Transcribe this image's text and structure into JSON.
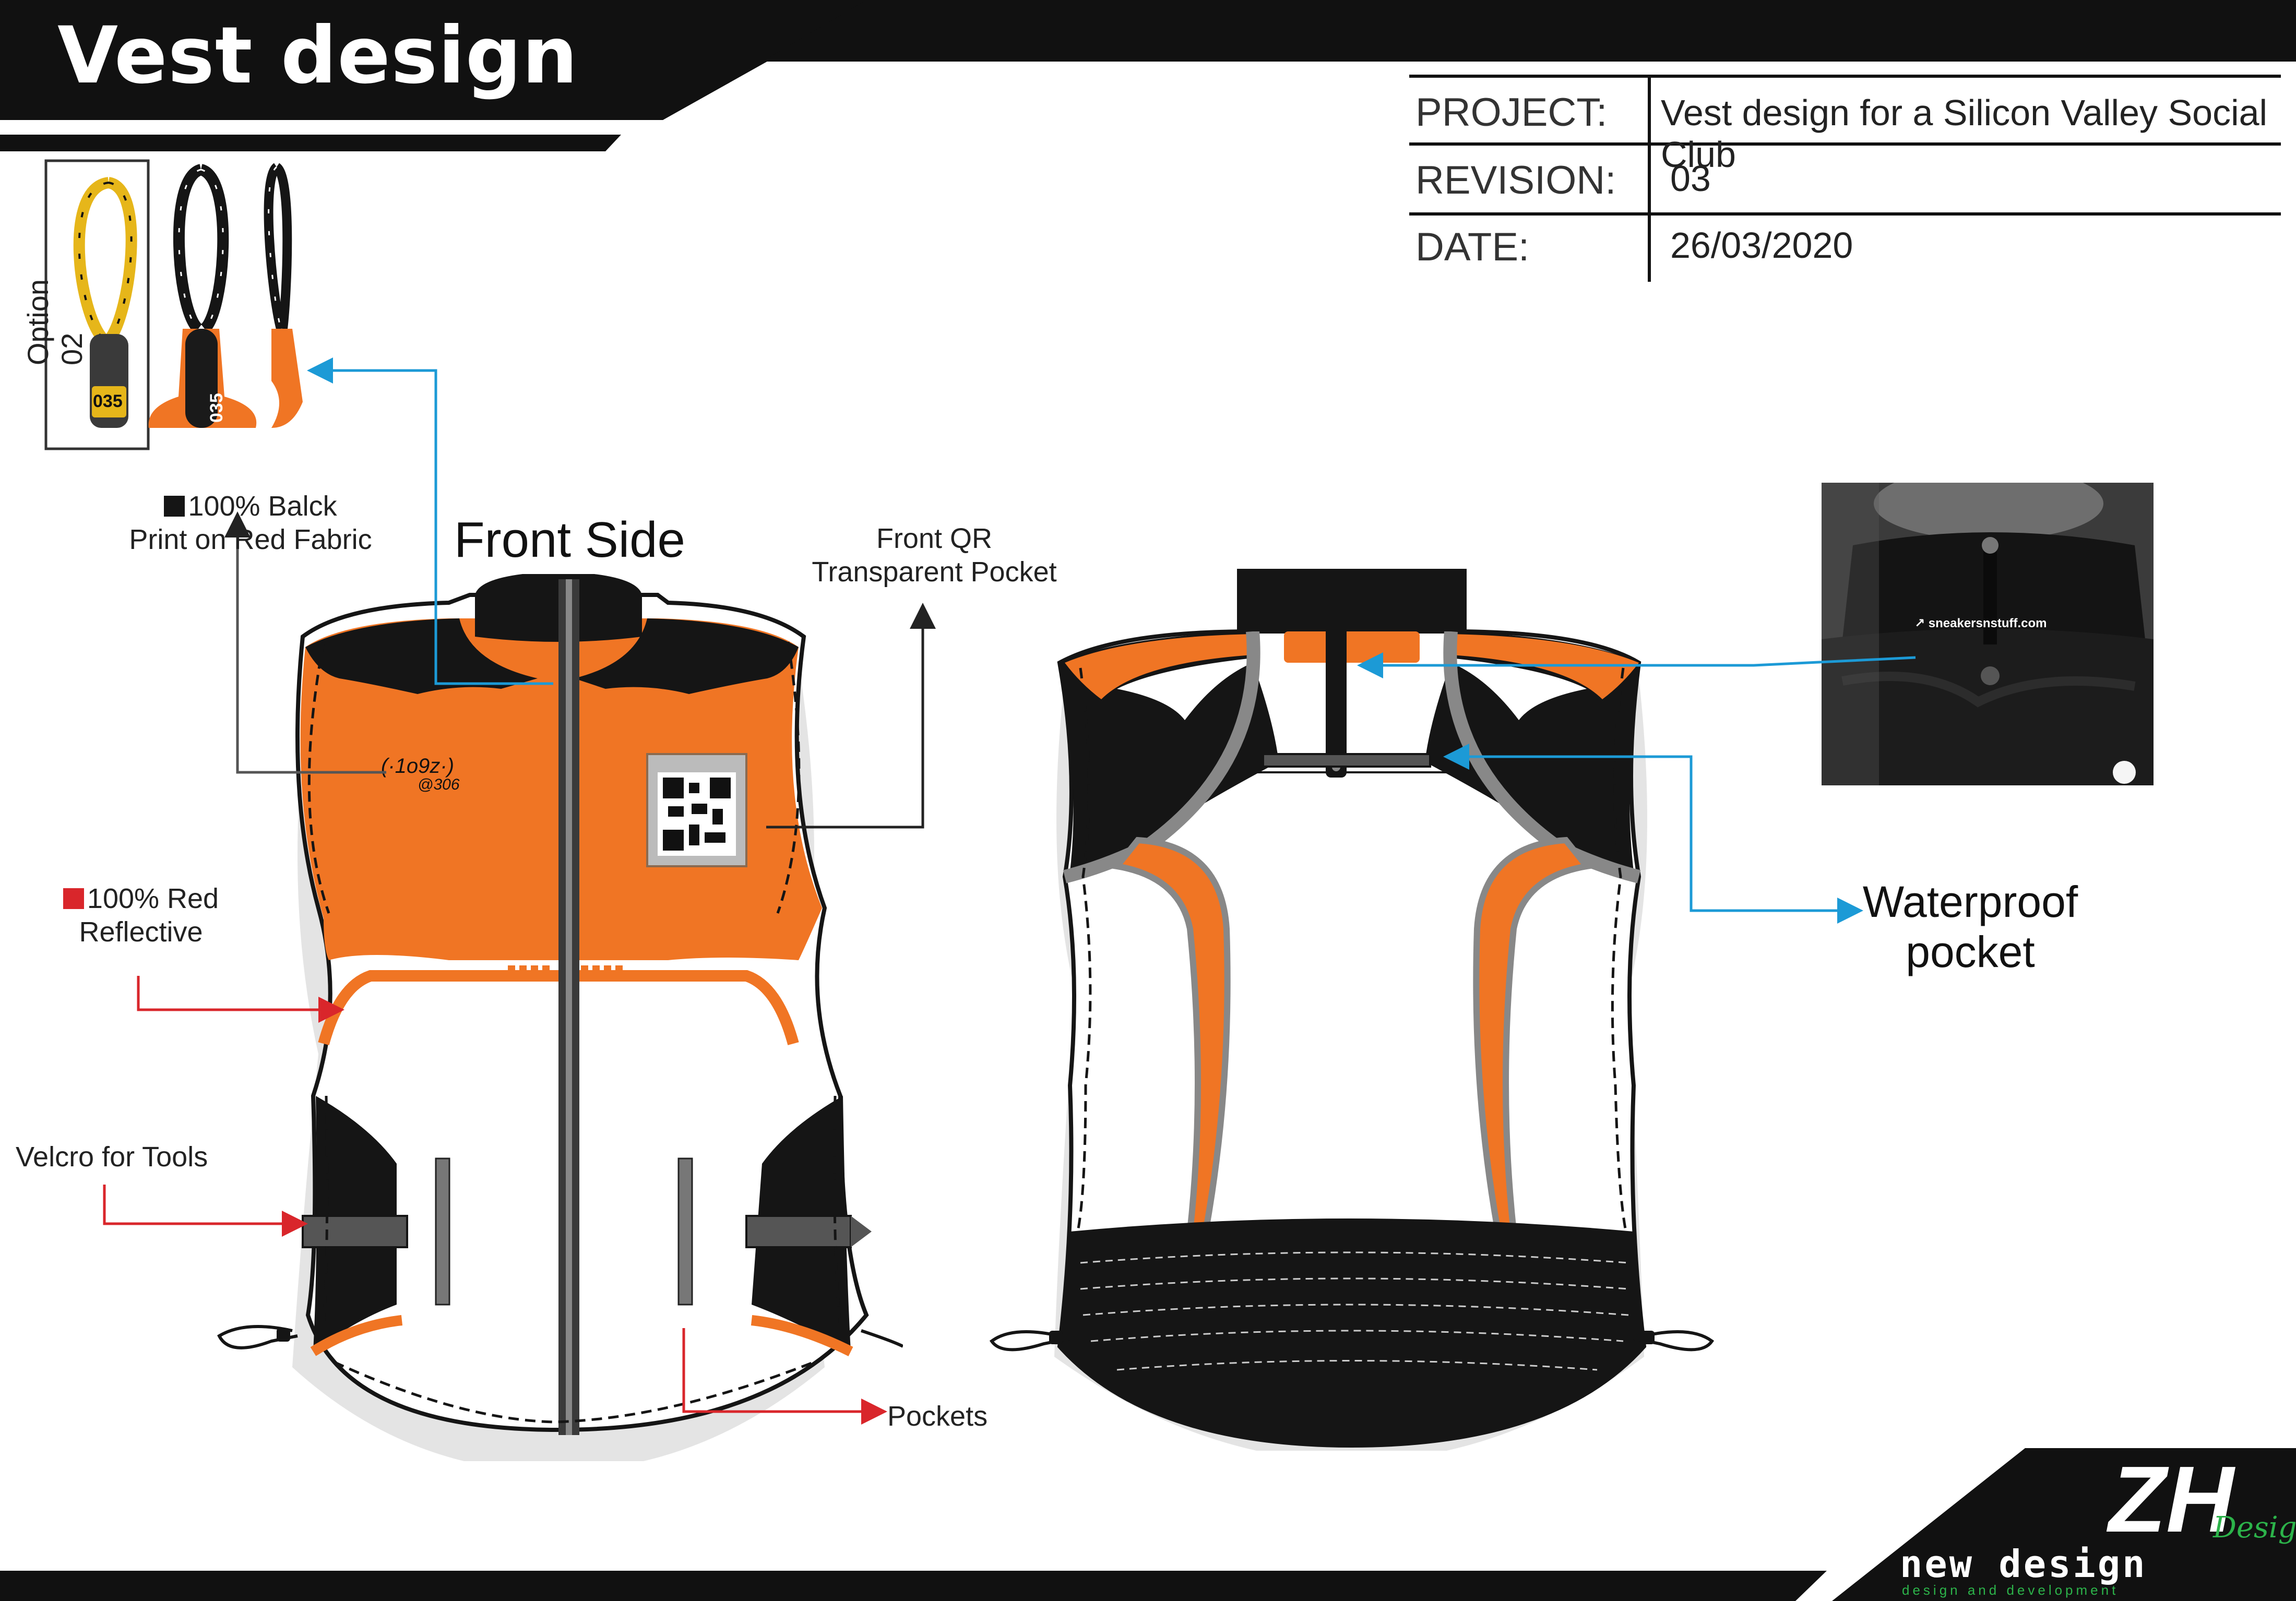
{
  "header": {
    "title": "Vest design"
  },
  "info": {
    "project_label": "PROJECT:",
    "project_value": "Vest design for a Silicon Valley Social Club",
    "revision_label": "REVISION:",
    "revision_value": "03",
    "date_label": "DATE:",
    "date_value": "26/03/2020"
  },
  "zipper": {
    "option_label": "Option 02",
    "puller_number": "035"
  },
  "labels": {
    "front_side": "Front Side",
    "front_qr_line1": "Front QR",
    "front_qr_line2": "Transparent Pocket",
    "black_print_line1": "100% Balck",
    "black_print_line2": "Print on Red Fabric",
    "red_reflective_line1": "100% Red",
    "red_reflective_line2": "Reflective",
    "velcro": "Velcro for Tools",
    "pockets": "Pockets",
    "waterproof_line1": "Waterproof",
    "waterproof_line2": "pocket",
    "chest_logo_line1": "(·1o9z·)",
    "chest_logo_line2": "@306"
  },
  "photo": {
    "caption": "↗ sneakersnstuff.com"
  },
  "brand": {
    "logo": "ZH",
    "logo_suffix": "Design",
    "name": "new design",
    "tagline": "design and development"
  },
  "colors": {
    "orange": "#F07524",
    "black": "#151515",
    "arrow_blue": "#1C9AD6",
    "arrow_red": "#D9262B",
    "brand_green": "#2CB34A"
  }
}
